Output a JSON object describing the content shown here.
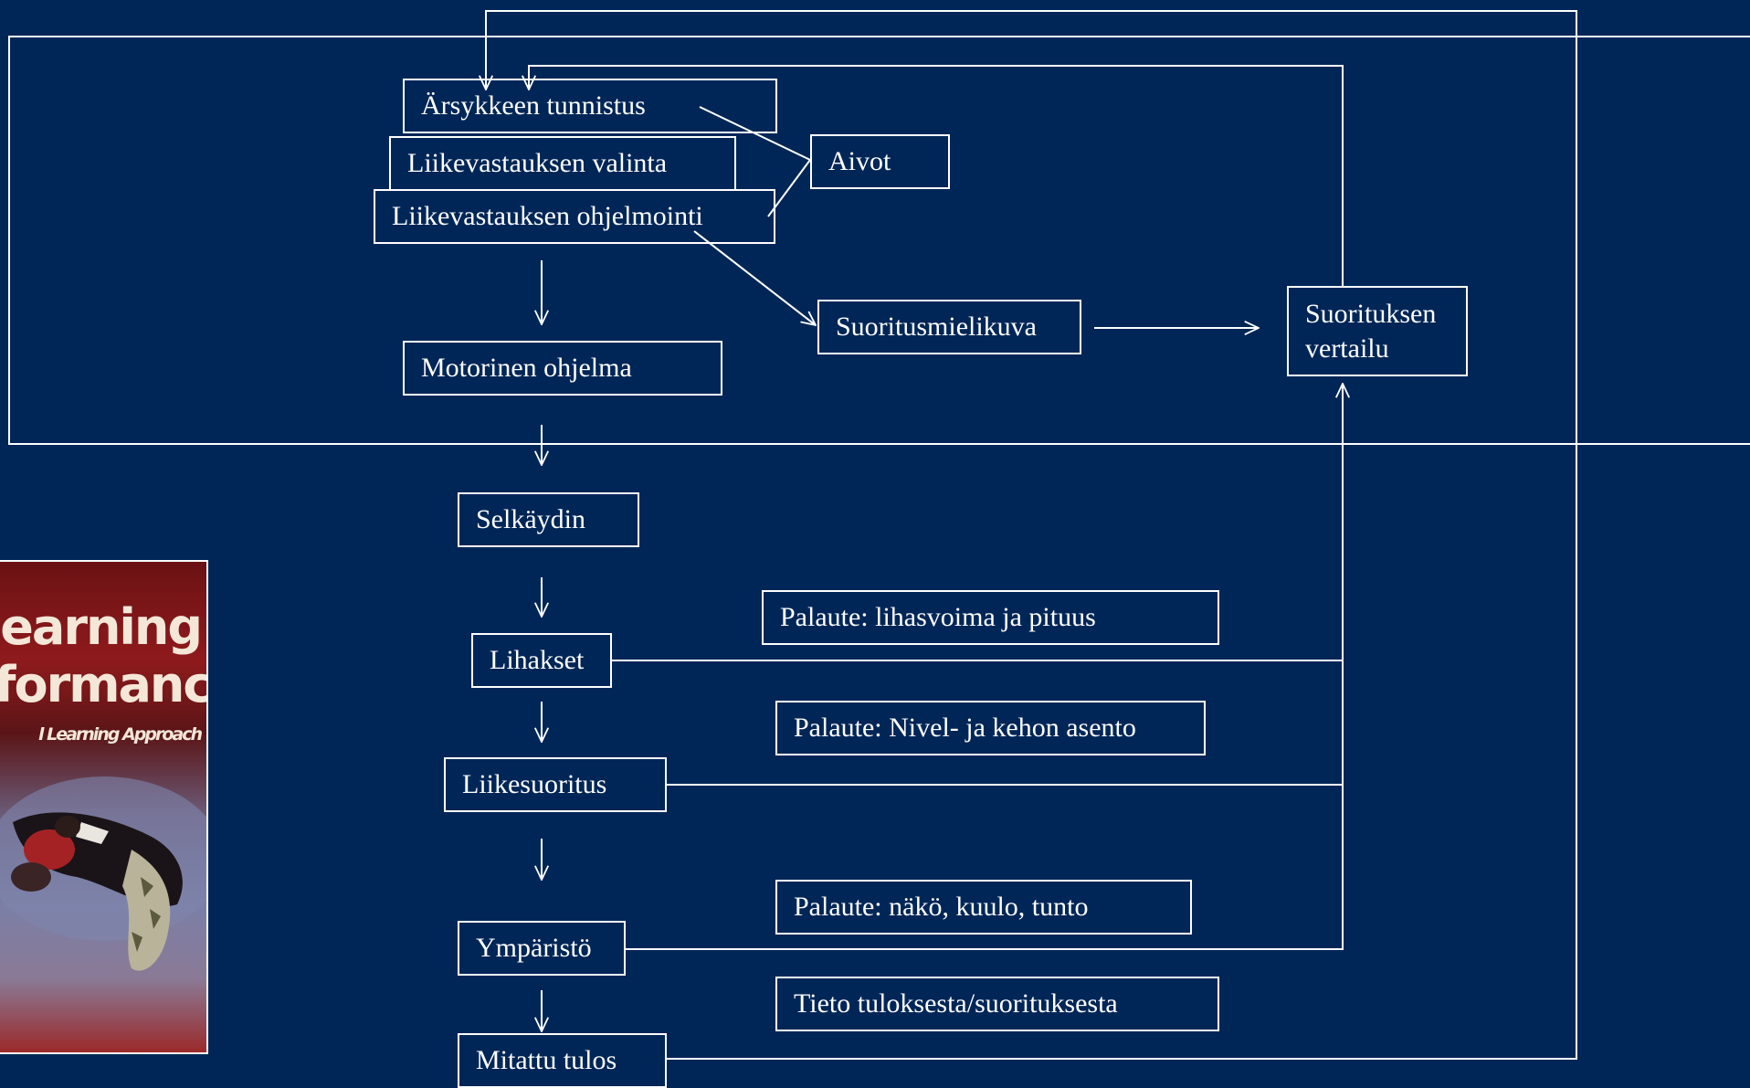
{
  "title": "",
  "nodes": {
    "stimulus_identification": "Ärsykkeen tunnistus",
    "response_selection": "Liikevastauksen valinta",
    "response_programming": "Liikevastauksen ohjelmointi",
    "brain": "Aivot",
    "performance_image": "Suoritusmielikuva",
    "performance_comparison": "Suorituksen vertailu",
    "motor_program": "Motorinen ohjelma",
    "spinal_cord": "Selkäydin",
    "muscles": "Lihakset",
    "movement_performance": "Liikesuoritus",
    "environment": "Ympäristö",
    "measured_result": "Mitattu tulos"
  },
  "feedback": {
    "muscle_force_length": "Palaute: lihasvoima ja pituus",
    "joint_body_position": "Palaute: Nivel- ja kehon asento",
    "vision_hearing_touch": "Palaute: näkö, kuulo, tunto",
    "knowledge_of_result": "Tieto tuloksesta/suorituksesta"
  },
  "book_cover": {
    "title_line_1": "earning",
    "title_line_2": "formance",
    "subtitle": "l Learning Approach"
  },
  "colors": {
    "background": "#002657",
    "foreground": "#ffffff"
  }
}
